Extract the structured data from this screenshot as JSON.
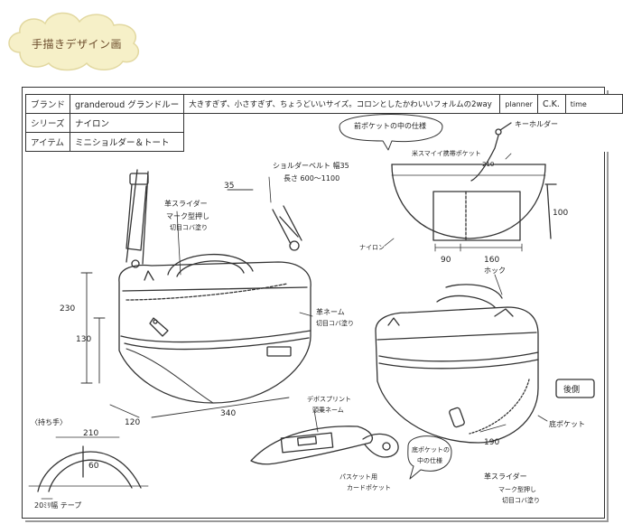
{
  "header": {
    "title": "手描きデザイン画"
  },
  "spec": {
    "brand_label": "ブランド",
    "brand_value": "granderoud  グランドルー",
    "concept": "大きすぎず、小さすぎず、ちょうどいいサイズ。コロンとしたかわいいフォルムの2way",
    "planner_label": "planner",
    "planner_value": "C.K.",
    "time_label": "time",
    "series_label": "シリーズ",
    "series_value": "ナイロン",
    "item_label": "アイテム",
    "item_value": "ミニショルダー＆トート"
  },
  "front_view": {
    "leather_slider_note": "革スライダー",
    "mark_note_1": "マーク型押し",
    "mark_note_2": "切目コバ塗り",
    "strap_note_1": "ショルダーベルト 幅35",
    "strap_note_2": "長さ 600〜1100",
    "strap_width": "35",
    "leather_name_note_1": "革ネーム",
    "leather_name_note_2": "切目コバ塗り",
    "height_total": "230",
    "height_lower": "130",
    "depth": "120",
    "width": "340"
  },
  "pocket_view": {
    "heading": "前ポケットの中の仕様",
    "phone_pocket": "米スマイイ携帯ポケット",
    "phone_pocket_size": "210",
    "key_holder": "キーホルダー",
    "height": "100",
    "nylon": "ナイロン",
    "width_a": "90",
    "width_b": "160"
  },
  "back_view": {
    "hook": "ホック",
    "back_label": "後側",
    "bottom_pocket": "底ポケット",
    "bottom_width": "190",
    "slider_note_1": "革スライダー",
    "slider_note_2": "マーク型押し",
    "slider_note_3": "切目コバ塗り"
  },
  "handle_view": {
    "title": "〈持ち手〉",
    "length": "210",
    "height": "60",
    "width_note": "20ﾐﾘ幅 テープ"
  },
  "bottom_pocket_view": {
    "label_1": "デボスプリント",
    "label_2": "頭乗ネーム",
    "card_pocket_1": "パスケット用",
    "card_pocket_2": "カードポケット",
    "bubble_1": "底ポケットの",
    "bubble_2": "中の仕様"
  }
}
